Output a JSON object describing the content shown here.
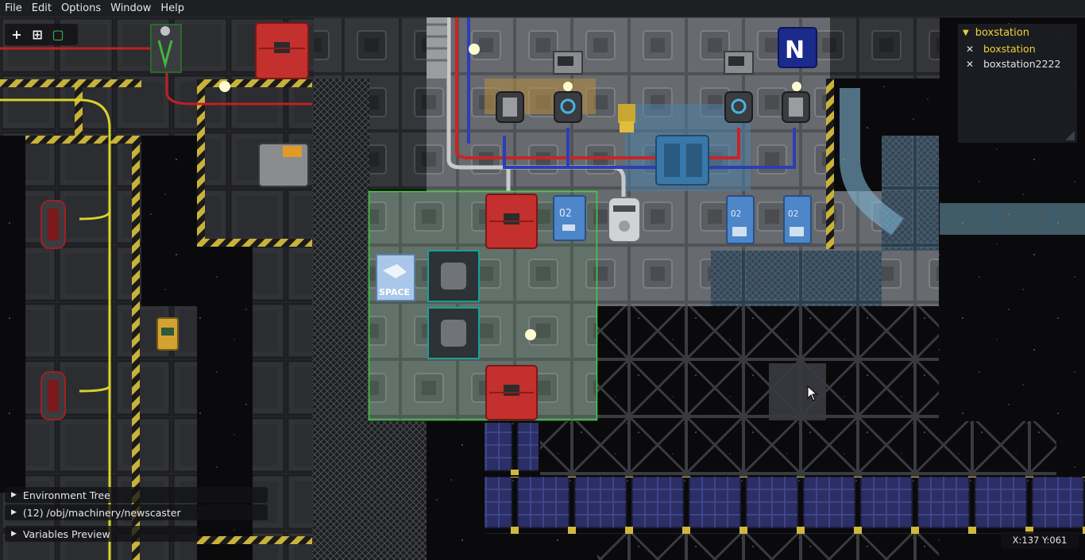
{
  "menu": [
    "File",
    "Edit",
    "Options",
    "Window",
    "Help"
  ],
  "toolbar": {
    "add_icon": "plus-icon",
    "grid_icon": "grid-icon",
    "select_icon": "select-square-icon"
  },
  "map_panel": {
    "title": "boxstation",
    "items": [
      "boxstation",
      "boxstation2222"
    ]
  },
  "bottom_tree": {
    "environment": "Environment Tree",
    "path": "(12) /obj/machinery/newscaster",
    "variables": "Variables Preview"
  },
  "coords": "X:137 Y:061",
  "map_labels": {
    "space_sign": "SPACE",
    "nt_logo": "N",
    "locker_label": "O2"
  },
  "colors": {
    "accent_yellow": "#f0d23a",
    "selection_green": "#3fd246",
    "pipe_red": "#c62626",
    "pipe_blue": "#2a3fb6"
  }
}
